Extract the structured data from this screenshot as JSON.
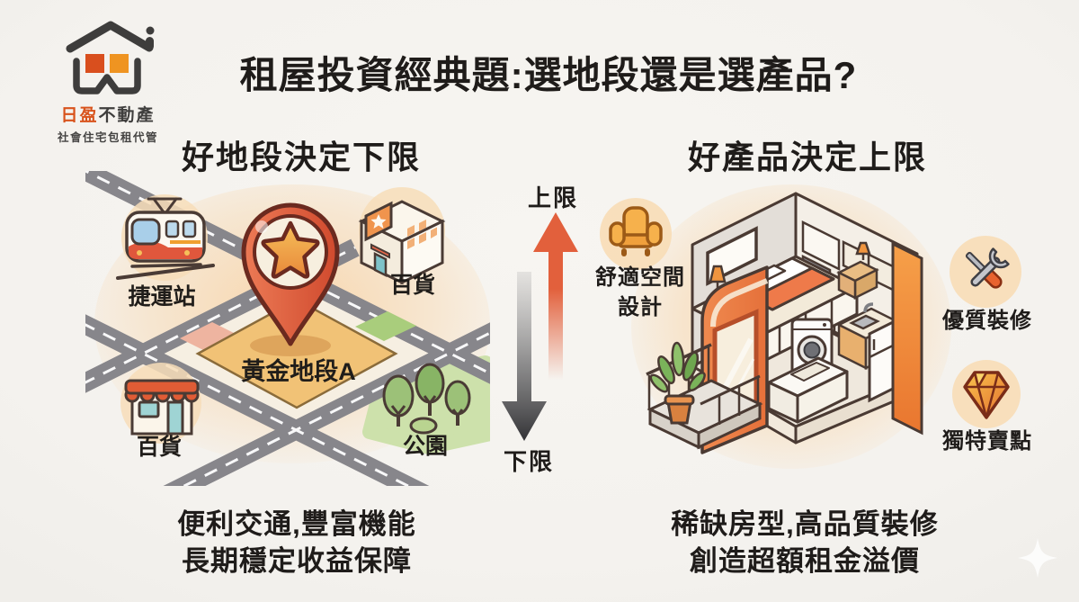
{
  "logo": {
    "brand_primary": "日盈",
    "brand_secondary": "不動產",
    "subtitle": "社會住宅包租代管"
  },
  "title": "租屋投資經典題:選地段還是選產品?",
  "left_panel": {
    "heading": "好地段決定下限",
    "map": {
      "pin_label": "黃金地段A",
      "pois": [
        {
          "icon": "train-icon",
          "label": "捷運站"
        },
        {
          "icon": "department-store-icon",
          "label": "百貨"
        },
        {
          "icon": "storefront-icon",
          "label": "百貨"
        },
        {
          "icon": "park-icon",
          "label": "公園"
        }
      ]
    },
    "caption": {
      "line1": "便利交通,豐富機能",
      "line2": "長期穩定收益保障"
    }
  },
  "axis": {
    "upper_label": "上限",
    "lower_label": "下限"
  },
  "right_panel": {
    "heading": "好產品決定上限",
    "features": [
      {
        "icon": "armchair-icon",
        "label_line1": "舒適空間",
        "label_line2": "設計"
      },
      {
        "icon": "tools-icon",
        "label": "優質裝修"
      },
      {
        "icon": "diamond-icon",
        "label": "獨特賣點"
      }
    ],
    "caption": {
      "line1": "稀缺房型,高品質裝修",
      "line2": "創造超額租金溢價"
    }
  },
  "colors": {
    "accent_orange": "#e8743d",
    "pin_red": "#d9542f",
    "gold": "#f2b24c",
    "arrow_up": "#e2603c",
    "arrow_down": "#3c3c3f",
    "text_dark": "#1f1c1a",
    "brand_orange": "#d8531c"
  }
}
